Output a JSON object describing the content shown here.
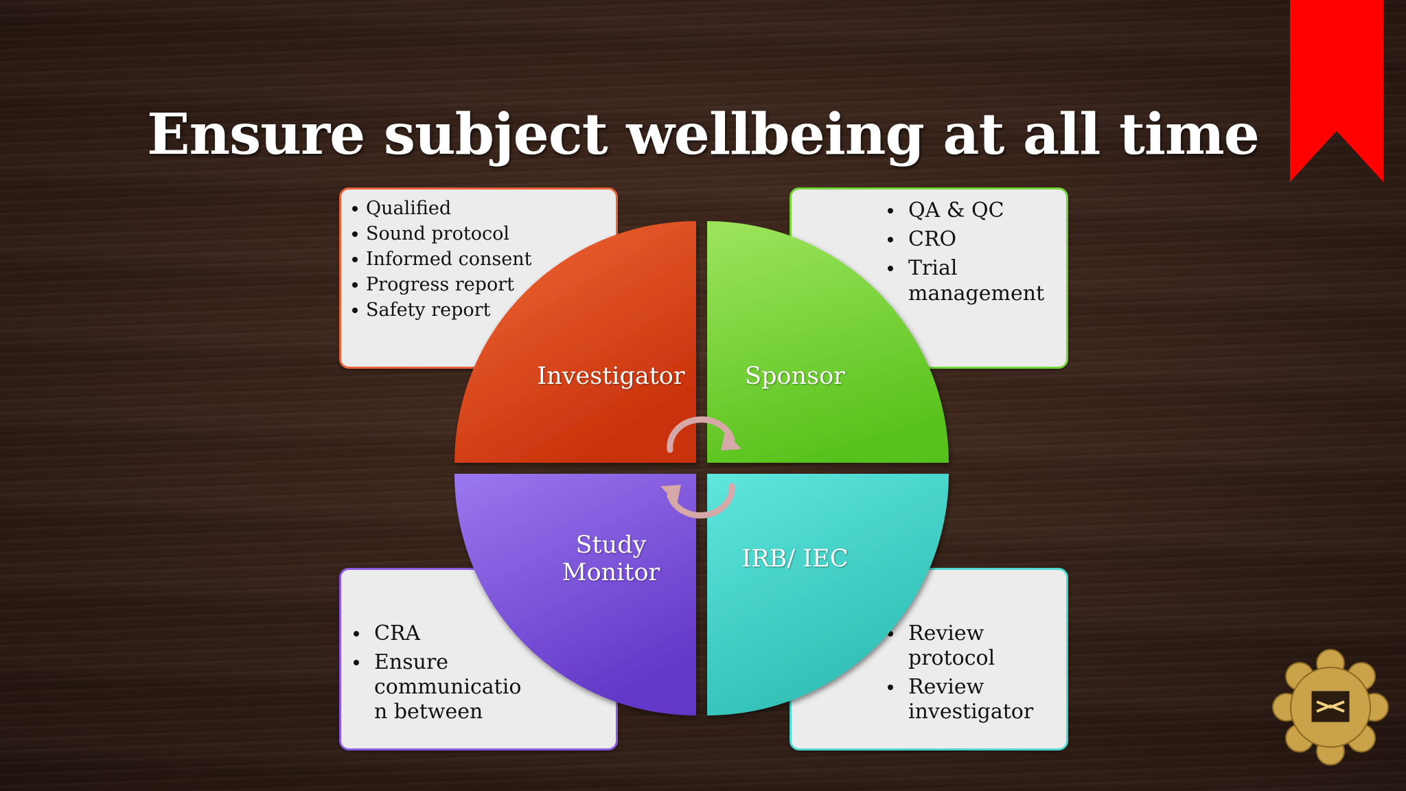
{
  "title": "Ensure subject wellbeing at all time",
  "quadrants": {
    "investigator": {
      "label": "Investigator",
      "color": "#d93f14",
      "items": [
        "Qualified",
        "Sound protocol",
        "Informed consent",
        "Progress report",
        "Safety report"
      ]
    },
    "sponsor": {
      "label": "Sponsor",
      "color": "#6cd128",
      "items": [
        "QA & QC",
        "CRO",
        "Trial management"
      ]
    },
    "study_monitor": {
      "label_line1": "Study",
      "label_line2": "Monitor",
      "color": "#7b4fe0",
      "items": [
        "CRA",
        "Ensure communicatio n between"
      ]
    },
    "irb_iec": {
      "label": "IRB/ IEC",
      "color": "#3fd2c9",
      "items": [
        "Review protocol",
        "Review investigator"
      ]
    }
  },
  "colors": {
    "ribbon": "#ff0000",
    "logo_gold": "#c9a24a",
    "arrow": "#d7a8a8"
  },
  "icons": {
    "cycle_arrows": "circular-arrows-icon",
    "logo": "university-emblem"
  }
}
